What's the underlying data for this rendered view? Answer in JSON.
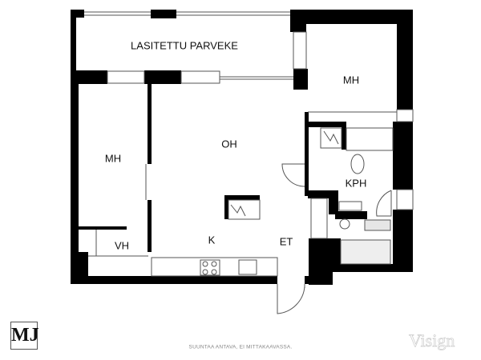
{
  "rooms": {
    "balcony": "LASITETTU PARVEKE",
    "bedroom_right": "MH",
    "living": "OH",
    "bedroom_left": "MH",
    "bathroom": "KPH",
    "closet": "VH",
    "kitchen": "K",
    "entry": "ET"
  },
  "footer": {
    "disclaimer": "SUUNTAA ANTAVA, EI MITTAKAAVASSA.",
    "logo_left": "MJ",
    "logo_right": "Visign"
  },
  "colors": {
    "wall": "#000000",
    "fixture": "#e6e6e6",
    "line": "#555555"
  }
}
